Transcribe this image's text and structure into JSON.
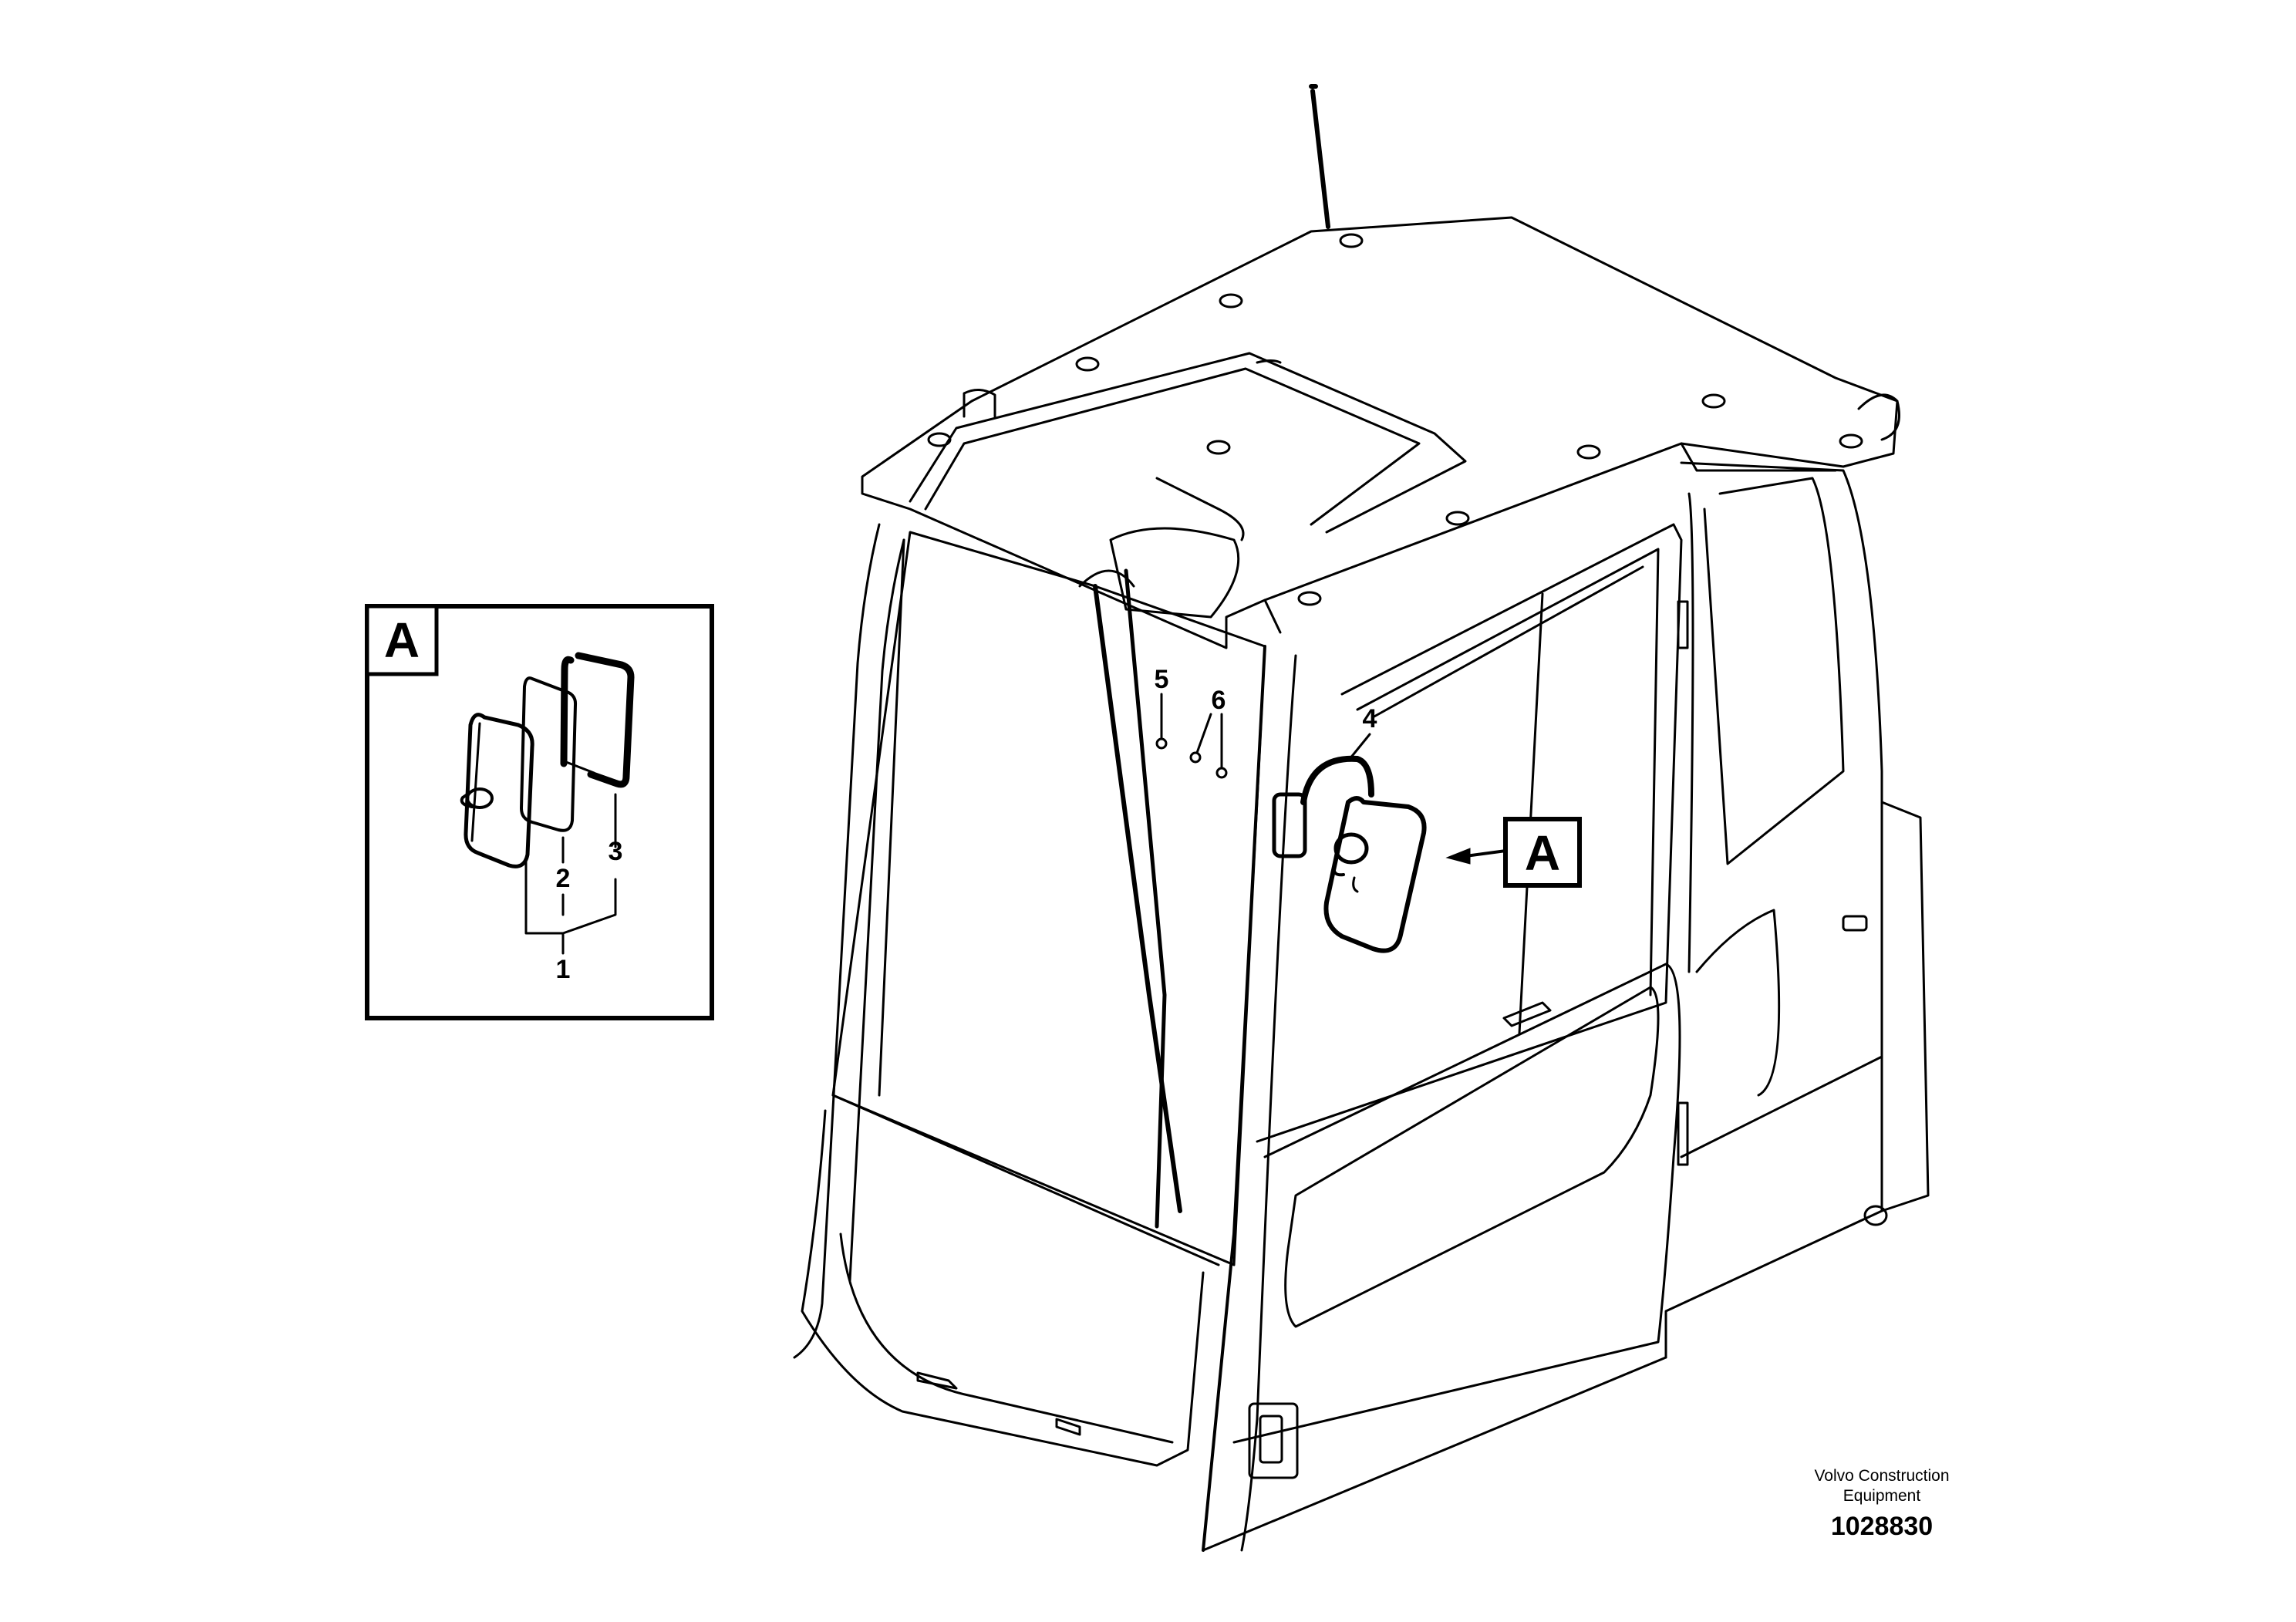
{
  "diagram": {
    "detail_view": {
      "tag": "A",
      "callouts": [
        "1",
        "2",
        "3"
      ]
    },
    "main_view": {
      "callouts": [
        "4",
        "5",
        "6"
      ],
      "detail_reference_tag": "A"
    },
    "footer": {
      "company_line_1": "Volvo Construction",
      "company_line_2": "Equipment",
      "drawing_number": "1028830"
    }
  }
}
